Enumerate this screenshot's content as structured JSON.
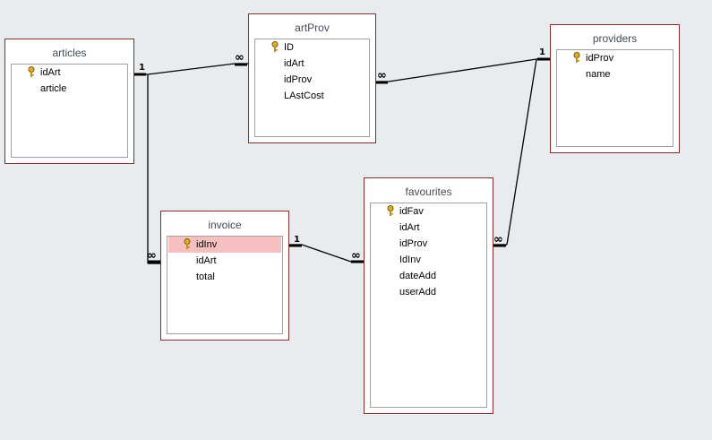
{
  "tables": {
    "articles": {
      "title": "articles",
      "fields": [
        "idArt",
        "article"
      ]
    },
    "artProv": {
      "title": "artProv",
      "fields": [
        "ID",
        "idArt",
        "idProv",
        "LAstCost"
      ]
    },
    "providers": {
      "title": "providers",
      "fields": [
        "idProv",
        "name"
      ]
    },
    "invoice": {
      "title": "invoice",
      "fields": [
        "idInv",
        "idArt",
        "total"
      ]
    },
    "favourites": {
      "title": "favourites",
      "fields": [
        "idFav",
        "idArt",
        "idProv",
        "IdInv",
        "dateAdd",
        "userAdd"
      ]
    }
  },
  "cardinality": {
    "one": "1",
    "many": "∞"
  },
  "colors": {
    "table_border": "#8b2a2a",
    "selected_row": "#f7c0c0",
    "background": "#e9ecef"
  }
}
